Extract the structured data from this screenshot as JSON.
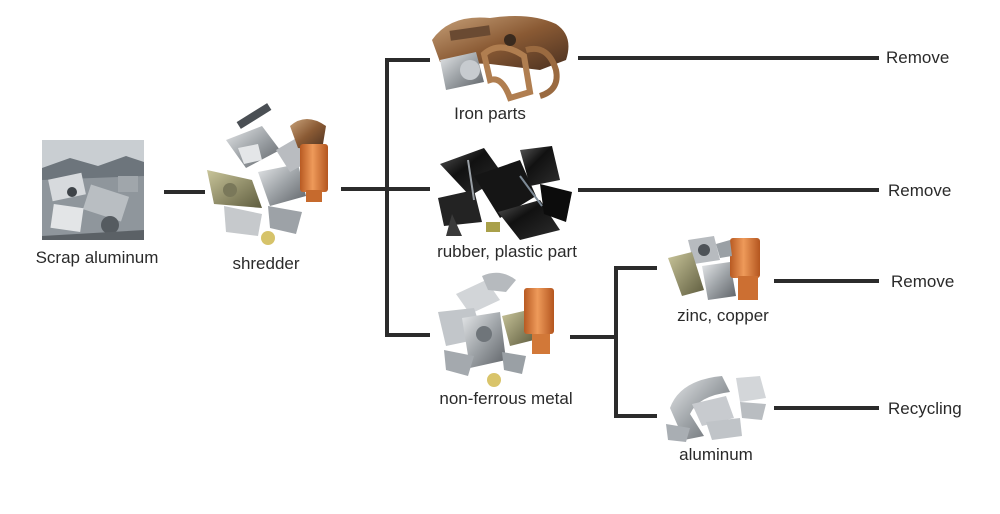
{
  "nodes": {
    "scrap": "Scrap aluminum",
    "shredder": "shredder",
    "iron": "Iron parts",
    "rubber": "rubber, plastic part",
    "nonferrous": "non-ferrous metal",
    "zinc": "zinc, copper",
    "aluminum": "aluminum"
  },
  "outcomes": {
    "iron": "Remove",
    "rubber": "Remove",
    "zinc": "Remove",
    "aluminum": "Recycling"
  }
}
